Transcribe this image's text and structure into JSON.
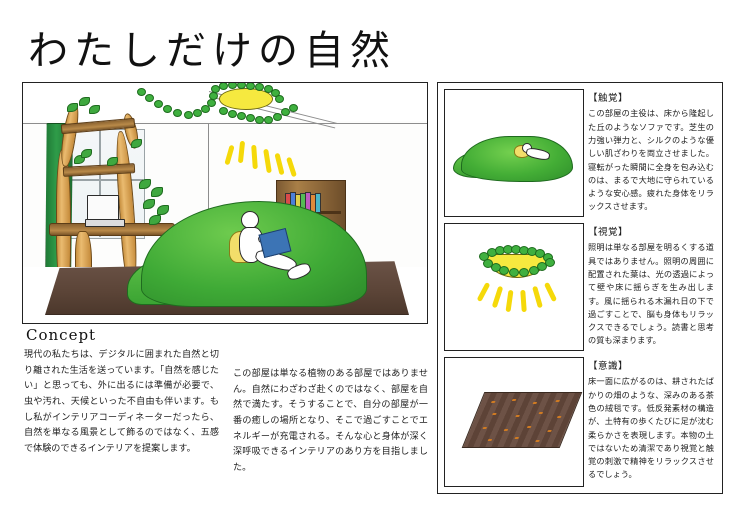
{
  "board": {
    "title": "わたしだけの自然"
  },
  "concept": {
    "heading": "Concept",
    "paragraph_left": "現代の私たちは、デジタルに囲まれた自然と切り離された生活を送っています。「自然を感じたい」と思っても、外に出るには準備が必要で、虫や汚れ、天候といった不自由も伴います。もし私がインテリアコーディネーターだったら、自然を単なる風景として飾るのではなく、五感で体験のできるインテリアを提案します。",
    "paragraph_right": "この部屋は単なる植物のある部屋ではありません。自然にわざわざ赴くのではなく、部屋を自然で満たす。そうすることで、自分の部屋が一番の癒しの場所となり、そこで過ごすことでエネルギーが充電される。そんな心と身体が深く深呼吸できるインテリアのあり方を目指しました。"
  },
  "panels": [
    {
      "label": "【触覚】",
      "body": "この部屋の主役は、床から隆起した丘のようなソファです。芝生の力強い弾力と、シルクのような優しい肌ざわりを両立させました。寝転がった瞬間に全身を包み込むのは、まるで大地に守られているような安心感。疲れた身体をリラックスさせます。",
      "image_name": "grass-mound-sofa-illustration"
    },
    {
      "label": "【視覚】",
      "body": "照明は単なる部屋を明るくする道具ではありません。照明の周囲に配置された葉は、光の透過によって壁や床に揺らぎを生み出します。風に揺られる木漏れ日の下で過ごすことで、脳も身体もリラックスできるでしょう。読書と思考の質も深まります。",
      "image_name": "leaf-pendant-light-illustration"
    },
    {
      "label": "【意識】",
      "body": "床一面に広がるのは、耕されたばかりの畑のような、深みのある茶色の絨毯です。低反発素材の構造が、土特有の歩くたびに足が沈む柔らかさを表現します。本物の土ではないため清潔であり視覚と触覚の刺激で精神をリラックスさせるでしょう。",
      "image_name": "brown-soil-carpet-illustration"
    }
  ],
  "main_illustration": {
    "name": "room-interior-perspective-illustration",
    "elements": [
      "tree-shaped-desk",
      "laptop",
      "window",
      "green-curtain",
      "wooden-bookshelf",
      "tree-stump-stool",
      "grass-mound-sofa",
      "person-reading-book",
      "ceiling-leaf-pendant-light",
      "soil-floor"
    ]
  },
  "colors": {
    "grass_green": "#3faa36",
    "leaf_green": "#3fb03f",
    "lamp_yellow": "#f6e93f",
    "ray_yellow": "#f5d90a",
    "soil_brown": "#5b4437",
    "wood_brown": "#a97f47",
    "curtain_green": "#2f9c49",
    "book_blue": "#3c74b5",
    "frame_black": "#222222",
    "paper_white": "#ffffff"
  }
}
